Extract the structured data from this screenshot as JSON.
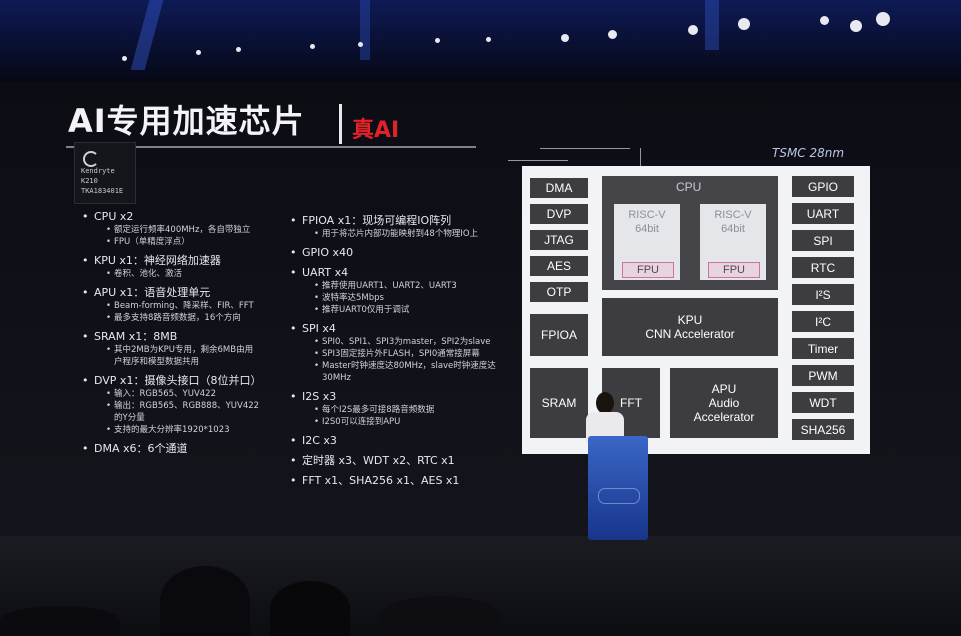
{
  "slide": {
    "title": "AI专用加速芯片",
    "title_highlight": "真AI",
    "chip": {
      "brand": "Kendryte",
      "model": "K210",
      "serial": "TKA183401E"
    },
    "left_column": [
      {
        "head": "CPU x2",
        "subs": [
          "额定运行频率400MHz，各自带独立",
          "FPU（单精度浮点）"
        ]
      },
      {
        "head": "KPU x1：神经网络加速器",
        "subs": [
          "卷积、池化、激活"
        ]
      },
      {
        "head": "APU x1：语音处理单元",
        "subs": [
          "Beam-forming、降采样、FIR、FFT",
          "最多支持8路音频数据，16个方向"
        ]
      },
      {
        "head": "SRAM x1：8MB",
        "subs": [
          "其中2MB为KPU专用，剩余6MB由用",
          "户程序和模型数据共用"
        ]
      },
      {
        "head": "DVP x1：摄像头接口（8位并口）",
        "subs": [
          "输入：RGB565、YUV422",
          "输出：RGB565、RGB888、YUV422",
          "的Y分量",
          "支持的最大分辨率1920*1023"
        ]
      },
      {
        "head": "DMA x6：6个通道",
        "subs": []
      }
    ],
    "right_column": [
      {
        "head": "FPIOA x1：现场可编程IO阵列",
        "subs": [
          "用于将芯片内部功能映射到48个物理IO上"
        ]
      },
      {
        "head": "GPIO x40",
        "subs": []
      },
      {
        "head": "UART x4",
        "subs": [
          "推荐使用UART1、UART2、UART3",
          "波特率达5Mbps",
          "推荐UART0仅用于调试"
        ]
      },
      {
        "head": "SPI x4",
        "subs": [
          "SPI0、SPI1、SPI3为master，SPI2为slave",
          "SPI3固定接片外FLASH，SPI0通常接屏幕",
          "Master时钟速度达80MHz，slave时钟速度达",
          "30MHz"
        ]
      },
      {
        "head": "I2S x3",
        "subs": [
          "每个I2S最多可接8路音频数据",
          "I2S0可以连接到APU"
        ]
      },
      {
        "head": "I2C x3",
        "subs": []
      },
      {
        "head": "定时器 x3、WDT x2、RTC x1",
        "subs": []
      },
      {
        "head": "FFT x1、SHA256 x1、AES x1",
        "subs": []
      }
    ],
    "process": "TSMC 28nm",
    "diagram": {
      "left_blocks": [
        "DMA",
        "DVP",
        "JTAG",
        "AES",
        "OTP"
      ],
      "fpioa": "FPIOA",
      "sram": "SRAM",
      "fft": "FFT",
      "cpu": {
        "label": "CPU",
        "core1": {
          "name": "RISC-V",
          "bits": "64bit",
          "fpu": "FPU"
        },
        "core2": {
          "name": "RISC-V",
          "bits": "64bit",
          "fpu": "FPU"
        }
      },
      "kpu": {
        "line1": "KPU",
        "line2": "CNN Accelerator"
      },
      "apu": {
        "line1": "APU",
        "line2": "Audio",
        "line3": "Accelerator"
      },
      "right_blocks": [
        "GPIO",
        "UART",
        "SPI",
        "RTC",
        "I²S",
        "I²C",
        "Timer",
        "PWM",
        "WDT",
        "SHA256"
      ]
    }
  },
  "colors": {
    "highlight_red": "#e2222a",
    "block_dark": "#3c3c41",
    "diagram_bg": "#f2f3f6",
    "fpu_pink": "#d070a8",
    "podium_blue": "#2b54b5"
  }
}
